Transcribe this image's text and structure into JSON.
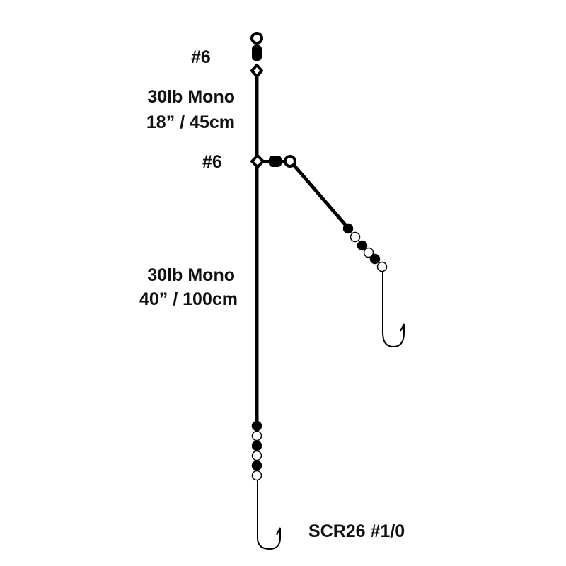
{
  "labels": {
    "top_swivel": "#6",
    "upper_line_material": "30lb Mono",
    "upper_line_length": "18” / 45cm",
    "branch_swivel": "#6",
    "lower_line_material": "30lb Mono",
    "lower_line_length": "40” / 100cm",
    "hook": "SCR26 #1/0"
  },
  "colors": {
    "line": "#111111",
    "background": "#ffffff"
  }
}
